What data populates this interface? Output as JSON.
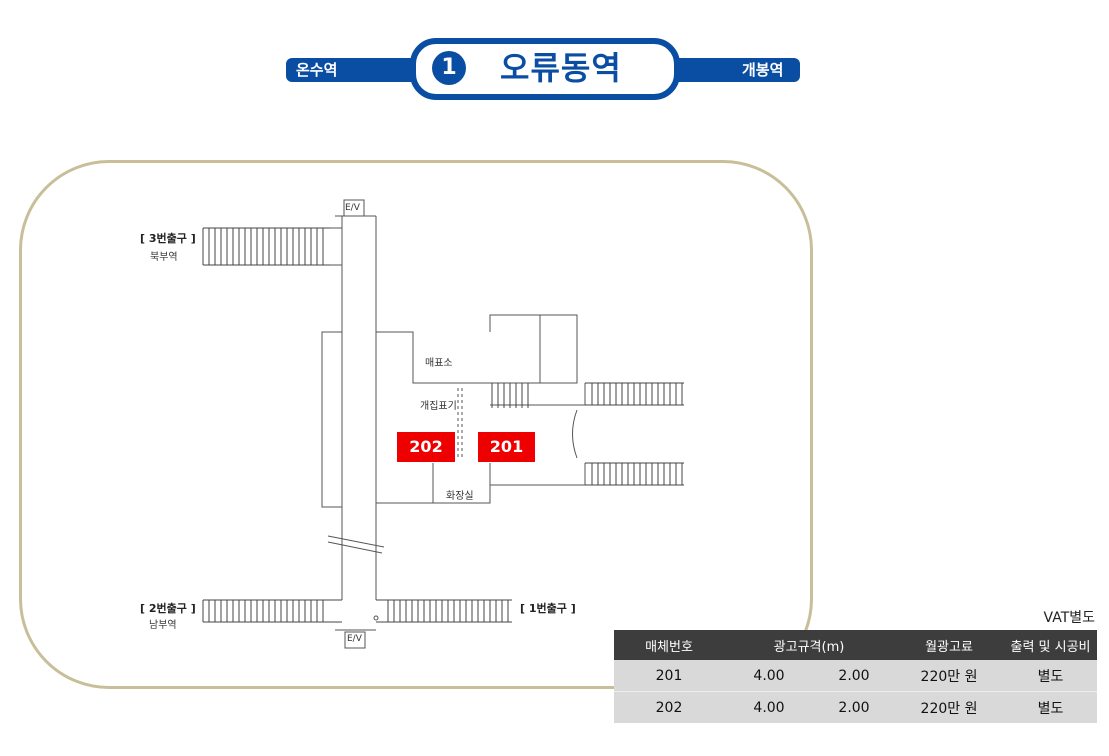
{
  "sign": {
    "line_number": "1",
    "station": "오류동역",
    "prev_station": "온수역",
    "next_station": "개봉역",
    "color": "#0a4ea3"
  },
  "map": {
    "labels": {
      "ev_top": "E/V",
      "ev_bottom": "E/V",
      "exit3": "[ 3번출구 ]",
      "exit3_dir": "북부역",
      "exit2": "[ 2번출구 ]",
      "exit2_dir": "남부역",
      "exit1": "[ 1번출구 ]",
      "ticket_office": "매표소",
      "ticket_gate": "개집표기",
      "restroom": "화장실"
    },
    "ads": [
      "202",
      "201"
    ],
    "ad_color": "#ee0000",
    "frame_color": "#c8bf9a"
  },
  "pricing": {
    "note": "VAT별도",
    "headers": [
      "매체번호",
      "광고규격(m)",
      "월광고료",
      "출력 및 시공비"
    ],
    "rows": [
      {
        "id": "201",
        "width": "4.00",
        "height": "2.00",
        "price": "220만 원",
        "install": "별도"
      },
      {
        "id": "202",
        "width": "4.00",
        "height": "2.00",
        "price": "220만 원",
        "install": "별도"
      }
    ]
  }
}
